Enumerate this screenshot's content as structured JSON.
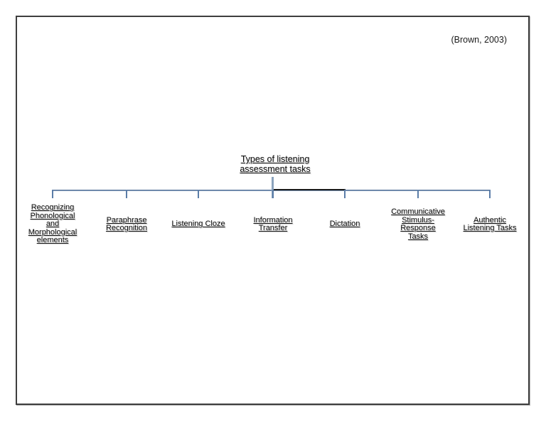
{
  "attribution": "(Brown, 2003)",
  "diagram": {
    "root": {
      "label": "Types of listening\nassessment tasks"
    },
    "children": [
      {
        "label": "Recognizing\nPhonological\nand\nMorphological\nelements"
      },
      {
        "label": "Paraphrase\nRecognition"
      },
      {
        "label": "Listening Cloze"
      },
      {
        "label": "Information\nTransfer"
      },
      {
        "label": "Dictation"
      },
      {
        "label": "Communicative\nStimulus-\nResponse\nTasks"
      },
      {
        "label": "Authentic\nListening Tasks"
      }
    ]
  },
  "colors": {
    "connector": "#5b7da8",
    "stem": "#8ba3bd",
    "highlight": "#1a1a1a",
    "border": "#3e3e3e"
  }
}
